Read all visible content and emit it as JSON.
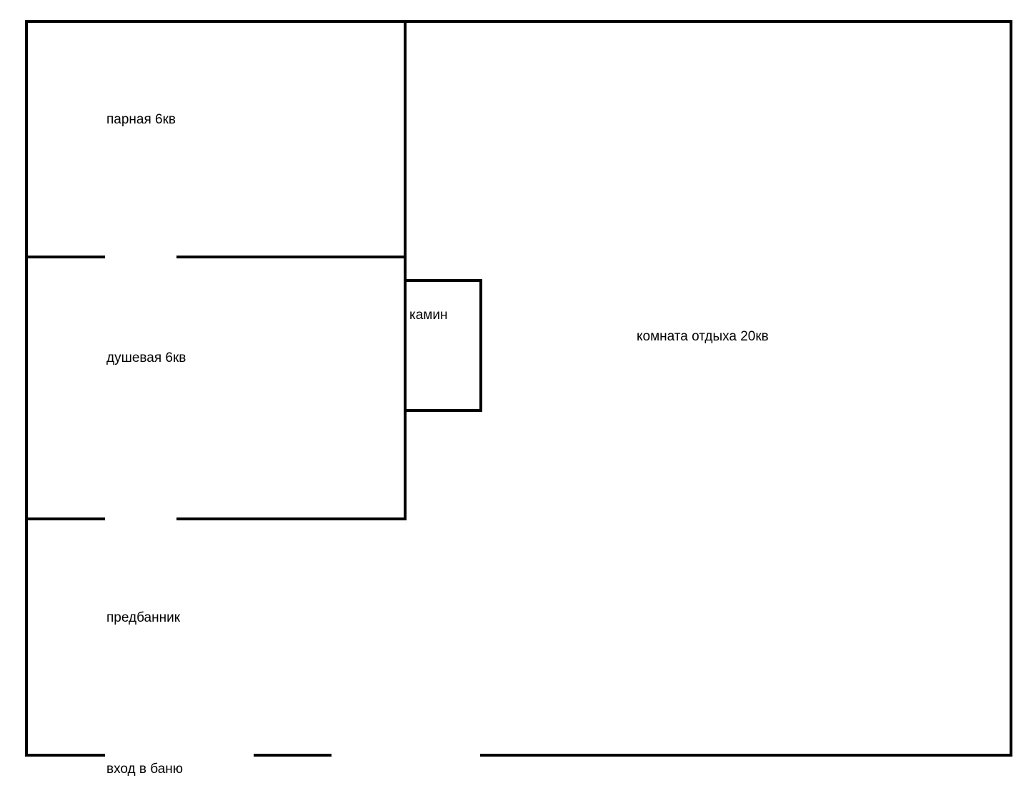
{
  "plan": {
    "rooms": {
      "steam_room": "парная 6кв",
      "shower_room": "душевая 6кв",
      "fireplace": "камин",
      "lounge": "комната отдыха 20кв",
      "dressing_room": "предбанник",
      "entrance": "вход в баню"
    },
    "colors": {
      "walls": "#000000",
      "background": "#ffffff"
    }
  }
}
